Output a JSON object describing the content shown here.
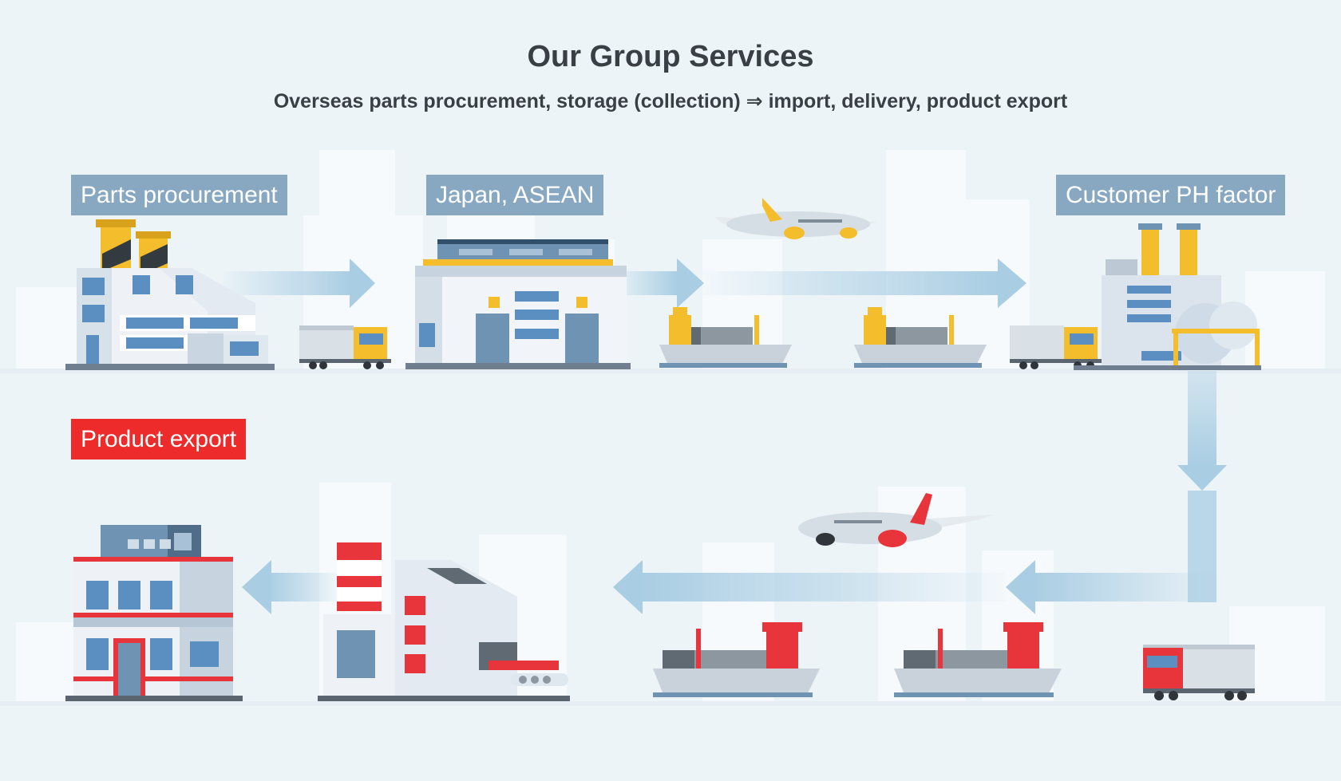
{
  "title": "Our Group Services",
  "subtitle": "Overseas parts procurement, storage (collection) ⇒ import, delivery, product export",
  "labels": {
    "parts_procurement": "Parts procurement",
    "japan_asean": "Japan, ASEAN",
    "customer_factory": "Customer PH factor",
    "product_export": "Product export"
  },
  "colors": {
    "label_blue": "#88a8c2",
    "label_red": "#ee2b2b",
    "accent_yellow": "#f3bd2b",
    "accent_red": "#e8343b",
    "arrow": "#a9cde3",
    "building_blue": "#6f93b3"
  },
  "icons": [
    "factory-icon",
    "warehouse-icon",
    "truck-icon",
    "airplane-icon",
    "cargo-ship-icon",
    "office-building-icon",
    "conveyor-icon"
  ]
}
